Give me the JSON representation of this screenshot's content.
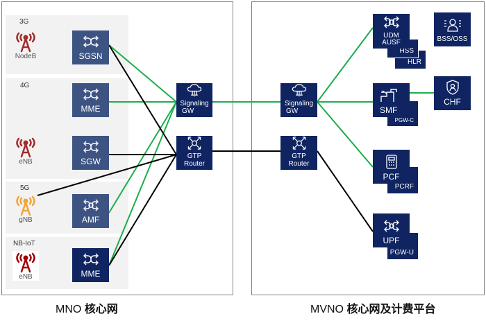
{
  "mno": {
    "caption_prefix": "MNO",
    "caption_suffix": "核心网",
    "groups": [
      {
        "label": "3G",
        "tower": "NodeB",
        "tower_color": "#a32b2b",
        "node": "SGSN"
      },
      {
        "label": "4G",
        "node": "MME"
      },
      {
        "tower": "eNB",
        "tower_color": "#a32b2b",
        "node": "SGW"
      },
      {
        "label": "5G",
        "tower": "gNB",
        "tower_color": "#f2a43a",
        "node": "AMF"
      },
      {
        "label": "NB-IoT",
        "tower": "eNB",
        "tower_color": "#a00000",
        "node": "MME"
      }
    ],
    "signaling_gw": {
      "line1": "Signaling",
      "line2": "GW"
    },
    "gtp_router": {
      "line1": "GTP",
      "line2": "Router"
    }
  },
  "mvno": {
    "caption_prefix": "MVNO",
    "caption_suffix": "核心网及计费平台",
    "signaling_gw": {
      "line1": "Signaling",
      "line2": "GW"
    },
    "gtp_router": {
      "line1": "GTP",
      "line2": "Router"
    },
    "udm": {
      "line1": "UDM",
      "line2": "AUSF",
      "stack": [
        "HSS",
        "HLR"
      ]
    },
    "bss": "BSS/OSS",
    "smf": {
      "label": "SMF",
      "stack": [
        "PGW-C"
      ]
    },
    "chf": "CHF",
    "pcf": {
      "label": "PCF",
      "stack": [
        "PCRF"
      ]
    },
    "upf": {
      "label": "UPF",
      "stack": [
        "PGW-U"
      ]
    }
  },
  "colors": {
    "signaling_line": "#1aae4a",
    "data_line": "#000000"
  }
}
